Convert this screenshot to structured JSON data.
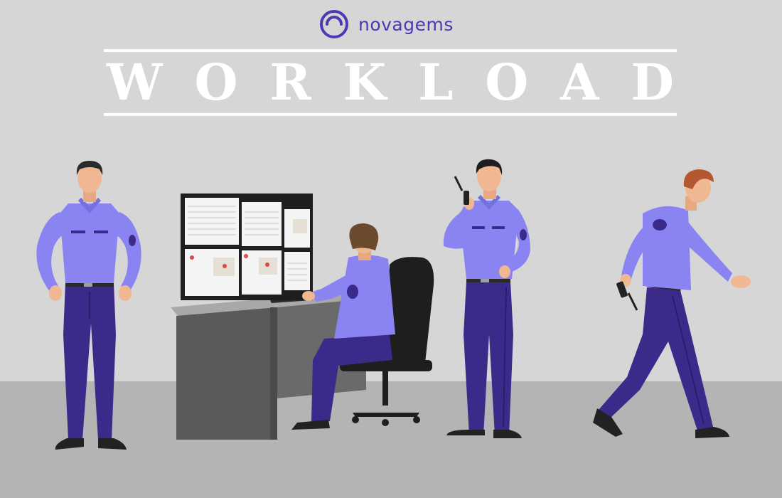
{
  "brand": {
    "name": "novagems",
    "color": "#4b3bb3"
  },
  "headline": {
    "text": "WORKLOAD",
    "color": "#ffffff"
  },
  "scene": {
    "wall_color": "#d6d6d6",
    "floor_color": "#b4b4b4",
    "uniform_shirt_color": "#8a84f2",
    "uniform_pants_color": "#3c2a8a",
    "figures": [
      {
        "role": "standing-officer-hands-on-hips",
        "icon": "guard-standing-icon"
      },
      {
        "role": "seated-officer-monitoring-screens",
        "icon": "guard-monitoring-icon"
      },
      {
        "role": "officer-on-radio",
        "icon": "guard-radio-icon"
      },
      {
        "role": "running-officer-with-radio",
        "icon": "guard-running-icon"
      }
    ]
  }
}
